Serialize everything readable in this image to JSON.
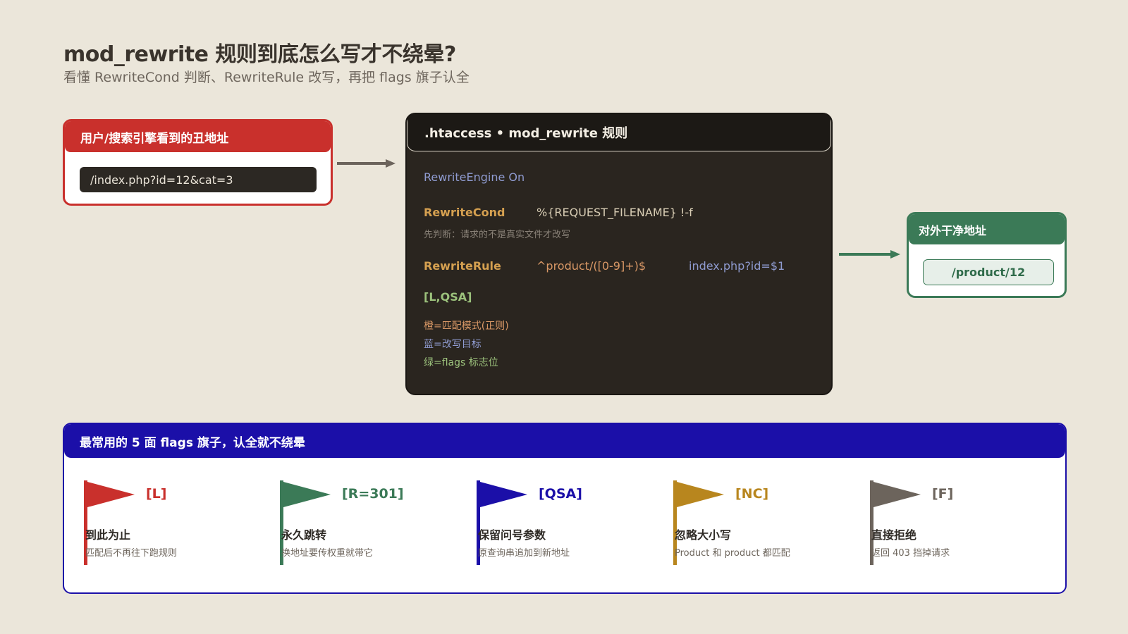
{
  "title": "mod_rewrite 规则到底怎么写才不绕晕?",
  "subtitle": "看懂 RewriteCond 判断、RewriteRule 改写，再把 flags 旗子认全",
  "source": {
    "header": "用户/搜索引擎看到的丑地址",
    "url": "/index.php?id=12&cat=3"
  },
  "code": {
    "header": ".htaccess  •  mod_rewrite 规则",
    "engine": "RewriteEngine On",
    "cond_keyword": "RewriteCond",
    "cond_value": "%{REQUEST_FILENAME} !-f",
    "cond_comment": "先判断：请求的不是真实文件才改写",
    "rule_keyword": "RewriteRule",
    "rule_pattern": "^product/([0-9]+)$",
    "rule_target": "index.php?id=$1",
    "rule_flags": "[L,QSA]",
    "legend_orange": "橙=匹配模式(正则)",
    "legend_blue": "蓝=改写目标",
    "legend_green": "绿=flags 标志位"
  },
  "dest": {
    "header": "对外干净地址",
    "url": "/product/12"
  },
  "flags": {
    "header": "最常用的 5 面 flags 旗子，认全就不绕晕",
    "items": [
      {
        "code": "[L]",
        "name": "到此为止",
        "desc": "匹配后不再往下跑规则",
        "color": "#c9302c"
      },
      {
        "code": "[R=301]",
        "name": "永久跳转",
        "desc": "换地址要传权重就带它",
        "color": "#3b7a57"
      },
      {
        "code": "[QSA]",
        "name": "保留问号参数",
        "desc": "原查询串追加到新地址",
        "color": "#1b0fa8"
      },
      {
        "code": "[NC]",
        "name": "忽略大小写",
        "desc": "Product 和 product 都匹配",
        "color": "#b8861e"
      },
      {
        "code": "[F]",
        "name": "直接拒绝",
        "desc": "返回 403 挡掉请求",
        "color": "#6c645c"
      }
    ]
  },
  "colors": {
    "red": "#c9302c",
    "green": "#3b7a57",
    "blue": "#1b0fa8",
    "gold": "#b8861e",
    "grey": "#6c645c",
    "panel_dark": "#2a251f",
    "background": "#ebe6da"
  }
}
